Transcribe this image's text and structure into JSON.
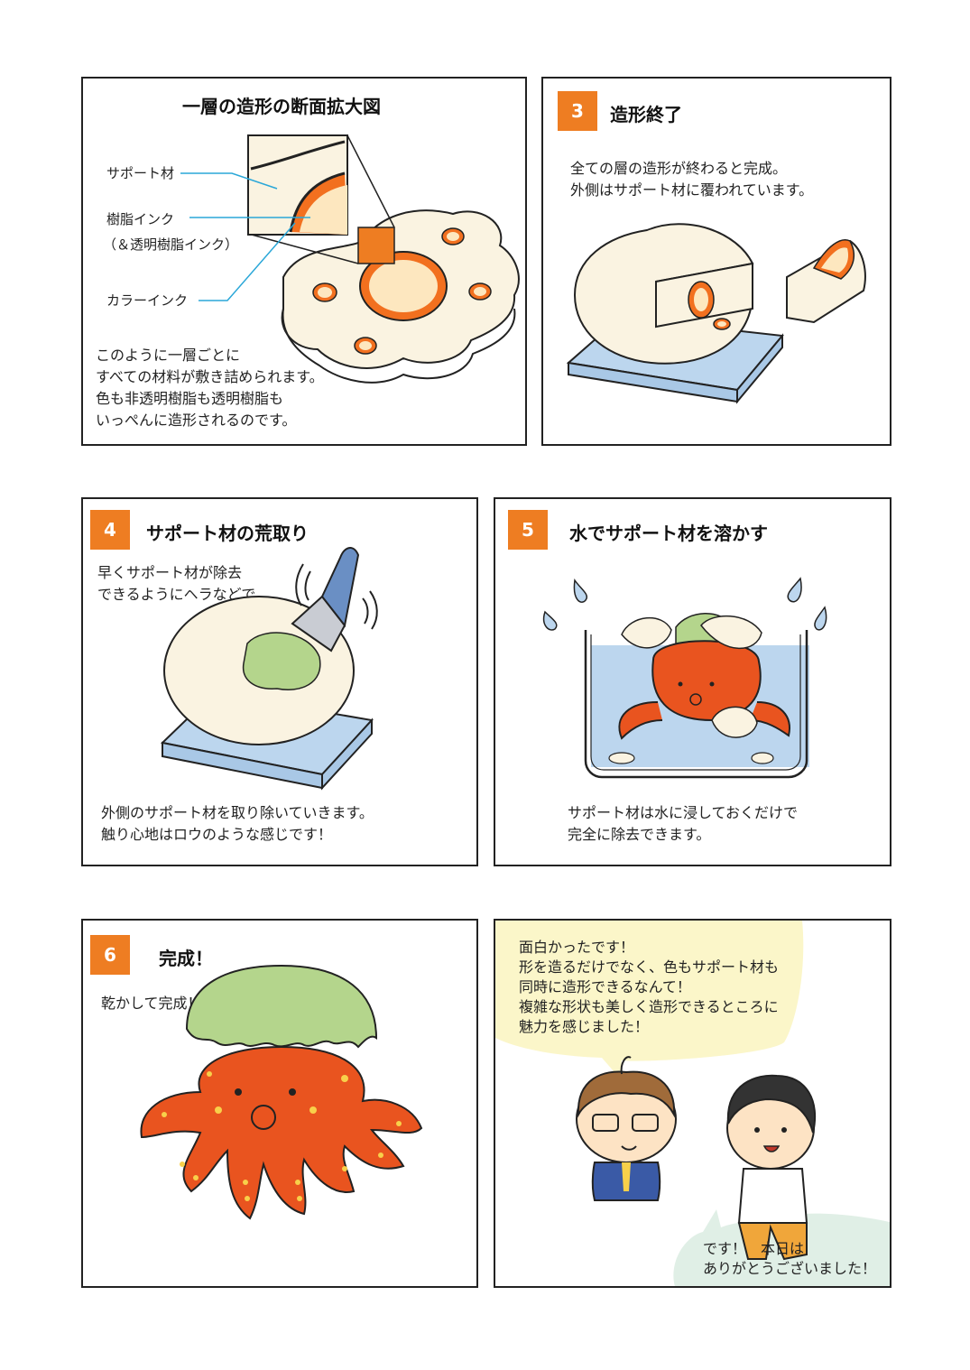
{
  "panel_cross_section": {
    "title": "一層の造形の断面拡大図",
    "labels": {
      "support": "サポート材",
      "resin": "樹脂インク",
      "resin_note": "（＆透明樹脂インク）",
      "color": "カラーインク"
    },
    "text": [
      "このように一層ごとに",
      "すべての材料が敷き詰められます。",
      "色も非透明樹脂も透明樹脂も",
      "いっぺんに造形されるのです。"
    ]
  },
  "panel3": {
    "num": "3",
    "title": "造形終了",
    "text": [
      "全ての層の造形が終わると完成。",
      "外側はサポート材に覆われています。"
    ]
  },
  "panel4": {
    "num": "4",
    "title": "サポート材の荒取り",
    "text_top": [
      "早くサポート材が除去",
      "できるようにヘラなどで"
    ],
    "text_bottom": [
      "外側のサポート材を取り除いていきます。",
      "触り心地はロウのような感じです！"
    ]
  },
  "panel5": {
    "num": "5",
    "title": "水でサポート材を溶かす",
    "text": [
      "サポート材は水に浸しておくだけで",
      "完全に除去できます。"
    ]
  },
  "panel6": {
    "num": "6",
    "title": "完成！",
    "text": "乾かして完成！"
  },
  "panel_end": {
    "bubble_main": [
      "面白かったです！",
      "形を造るだけでなく、色もサポート材も",
      "同時に造形できるなんて！",
      "複雑な形状も美しく造形できるところに",
      "魅力を感じました！"
    ],
    "bubble_reply": [
      "です！　本日は",
      "ありがとうございました！"
    ]
  },
  "colors": {
    "accent": "#ee7d22",
    "support": "#faf3e1",
    "octopus": "#e9541f",
    "jelly": "#b4d58c",
    "water": "#bcd6ee",
    "bubble_yellow": "#fbf6c9",
    "bubble_green": "#e0efe6",
    "leader": "#2aa7d8"
  }
}
